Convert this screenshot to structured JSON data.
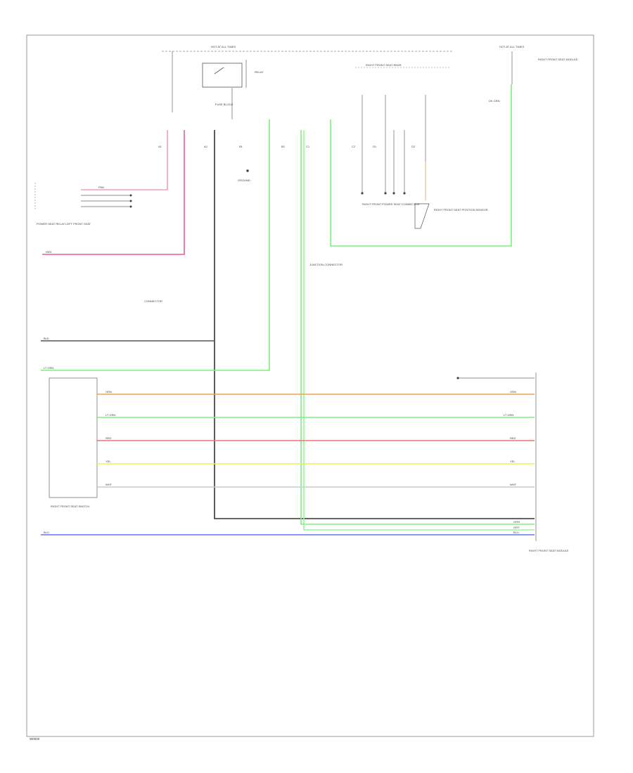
{
  "footer_code": "W0000",
  "labels": {
    "top_left_header": "HOT AT ALL TIMES",
    "top_right_header": "HOT AT ALL TIMES",
    "relay": "RELAY",
    "fuse_block": "FUSE BLOCK",
    "top_center_note": "RIGHT FRONT SEAT REAR",
    "ground_mid": "GROUND",
    "left_block": "POWER SEAT RELAY LEFT FRONT SEAT",
    "connector": "CONNECTOR",
    "junction": "JUNCTION CONNECTOR",
    "right_connector": "RIGHT FRONT POWER SEAT CONNECTOR",
    "right_module": "RIGHT FRONT SEAT POSITION SENSOR",
    "bottom_left_switch": "RIGHT FRONT SEAT SWITCH",
    "bottom_right_module": "RIGHT FRONT SEAT MODULE",
    "right_top_desc": "RIGHT FRONT SEAT MODULE"
  },
  "wires": {
    "pink_left": "PNK",
    "red_left": "RED",
    "black": "BLK",
    "lt_green": "LT GRN",
    "orange": "ORN",
    "lt_green2": "LT GRN",
    "red": "RED",
    "yellow": "YEL",
    "white": "WHT",
    "blue": "BLU",
    "dk_grn": "DK GRN",
    "grn": "GRN",
    "gry": "GRY"
  },
  "pins": {
    "p1": "A1",
    "p2": "A2",
    "p3": "B1",
    "p4": "B2",
    "p5": "C1",
    "p6": "C2",
    "p7": "D1",
    "p8": "D2"
  },
  "colors": {
    "pink": "#f0a0c0",
    "pink_dark": "#e8607f",
    "green": "#7cf27c",
    "orange": "#f0a050",
    "red": "#f07070",
    "yellow": "#eef060",
    "blue": "#6f6ff5",
    "black": "#333333",
    "frame": "#999999"
  }
}
